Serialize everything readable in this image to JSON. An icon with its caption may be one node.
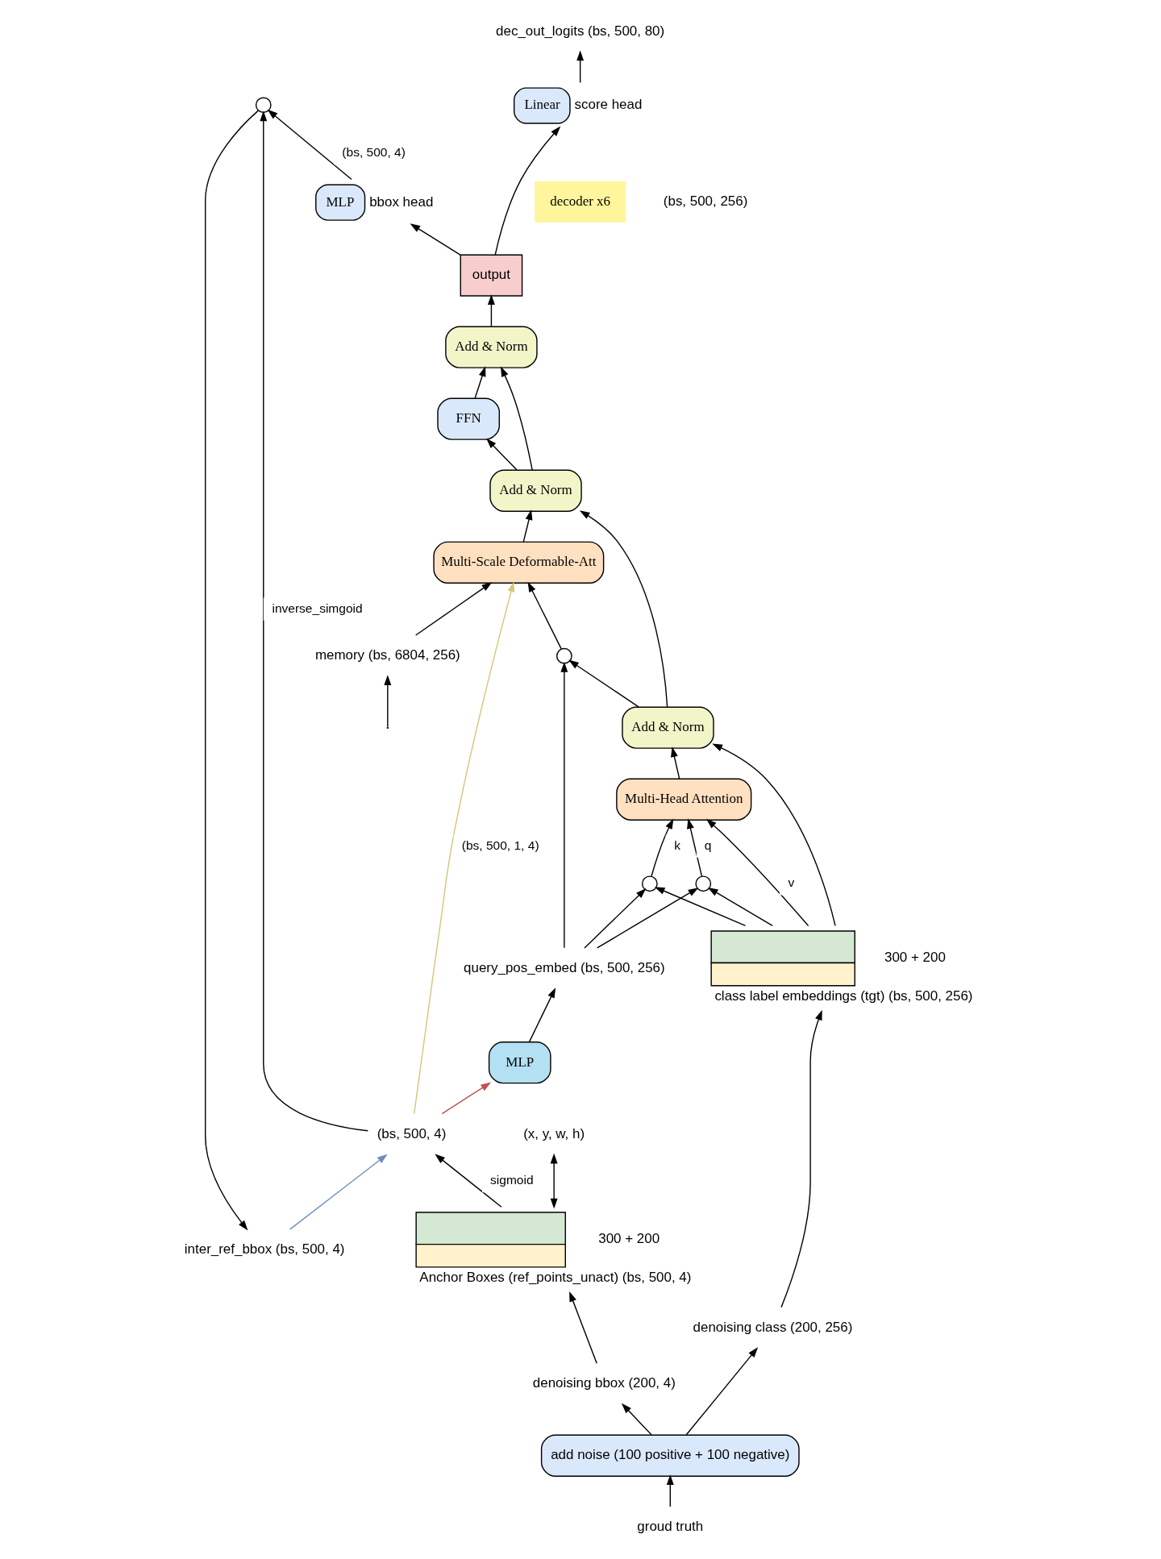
{
  "diagram": {
    "nodes": [
      {
        "text": [
          "dec_out_logits (bs, 500, 80)"
        ]
      },
      {
        "text": [
          "inter_ref_bbox (bs, 500, 4)"
        ]
      },
      {
        "text": [
          "Linear"
        ],
        "beside": [
          "score head"
        ]
      },
      {
        "text": [
          "MLP"
        ],
        "beside": [
          "bbox head"
        ]
      },
      {
        "text": [],
        "shape": "circle"
      },
      {
        "text": [
          "output"
        ]
      },
      {
        "text": [
          "Add & Norm"
        ]
      },
      {
        "text": [
          "FFN"
        ]
      },
      {
        "text": [
          "Add & Norm"
        ]
      },
      {
        "text": [
          "Multi-Scale Deformable-Att"
        ]
      },
      {
        "text": [],
        "shape": "circle"
      },
      {
        "text": [
          "memory (bs, 6804, 256)"
        ]
      },
      {
        "text": [
          "Add & Norm"
        ]
      },
      {
        "text": [
          "Multi-Head Attention"
        ]
      },
      {
        "text": [],
        "shape": "circle"
      },
      {
        "text": [],
        "shape": "circle"
      },
      {
        "text": [
          "query_pos_embed (bs, 500, 256)"
        ]
      },
      {
        "text": [
          "MLP"
        ]
      },
      {
        "text": [
          "class label embeddings (tgt) (bs, 500, 256)"
        ],
        "beside": [
          "300 + 200"
        ]
      },
      {
        "text": [
          "Anchor Boxes (ref_points_unact) (bs, 500, 4)"
        ],
        "beside": [
          "300 + 200"
        ]
      },
      {
        "text": [
          "(bs, 500, 4)"
        ]
      },
      {
        "text": [
          "(x, y, w, h)"
        ]
      },
      {
        "text": [
          "denoising class (200, 256)"
        ]
      },
      {
        "text": [
          "denoising bbox (200, 4)"
        ]
      },
      {
        "text": [
          "add noise (100 positive + 100 negative)"
        ]
      },
      {
        "text": [
          "groud truth"
        ]
      }
    ],
    "edges": [
      {
        "from": 2,
        "to": 0,
        "arrow": "to"
      },
      {
        "from": 4,
        "to": 1,
        "arrow": "to"
      },
      {
        "from": 3,
        "to": 4,
        "arrow": "to",
        "label": "(bs, 500, 4)"
      },
      {
        "from": 20,
        "to": 4,
        "arrow": "to",
        "label": "inverse_simgoid"
      },
      {
        "from": 5,
        "to": 2,
        "arrow": "to"
      },
      {
        "from": 5,
        "to": 3,
        "arrow": "to"
      },
      {
        "from": 6,
        "to": 5,
        "arrow": "to"
      },
      {
        "from": 7,
        "to": 6,
        "arrow": "to"
      },
      {
        "from": 8,
        "to": 7,
        "arrow": "to"
      },
      {
        "from": 8,
        "to": 6,
        "arrow": "to"
      },
      {
        "from": 9,
        "to": 8,
        "arrow": "to"
      },
      {
        "from": 10,
        "to": 9,
        "arrow": "to"
      },
      {
        "from": 11,
        "to": 9,
        "arrow": "to"
      },
      {
        "from": 12,
        "to": 10,
        "arrow": "to"
      },
      {
        "from": 12,
        "to": 8,
        "arrow": "to"
      },
      {
        "from": 16,
        "to": 10,
        "arrow": "to"
      },
      {
        "from": 20,
        "to": 9,
        "arrow": "to",
        "label": "(bs, 500, 1, 4)",
        "color": "#d6c77a"
      },
      {
        "from": 13,
        "to": 12,
        "arrow": "to"
      },
      {
        "from": 18,
        "to": 14,
        "arrow": "to"
      },
      {
        "from": 14,
        "to": 13,
        "arrow": "to",
        "label": "q"
      },
      {
        "from": 18,
        "to": 15,
        "arrow": "to"
      },
      {
        "from": 15,
        "to": 13,
        "arrow": "to",
        "label": "k"
      },
      {
        "from": 18,
        "to": 13,
        "arrow": "to",
        "label": "v"
      },
      {
        "from": 18,
        "to": 12,
        "arrow": "to"
      },
      {
        "from": 16,
        "to": 14,
        "arrow": "to"
      },
      {
        "from": 16,
        "to": 15,
        "arrow": "to"
      },
      {
        "from": 17,
        "to": 16,
        "arrow": "to"
      },
      {
        "from": 20,
        "to": 17,
        "arrow": "to",
        "color": "#c0504d"
      },
      {
        "from": 1,
        "to": 20,
        "arrow": "to",
        "color": "#6c8ebf"
      },
      {
        "from": 19,
        "to": 20,
        "arrow": "to",
        "label": "sigmoid"
      },
      {
        "from": 19,
        "to": 21,
        "arrow": "both"
      },
      {
        "from": 22,
        "to": 18,
        "arrow": "to"
      },
      {
        "from": 23,
        "to": 19,
        "arrow": "to"
      },
      {
        "from": 24,
        "to": 22,
        "arrow": "to"
      },
      {
        "from": 24,
        "to": 23,
        "arrow": "to"
      },
      {
        "from": 25,
        "to": 24,
        "arrow": "to"
      },
      {
        "from": null,
        "to": 11,
        "arrow": "to"
      }
    ],
    "labels": [
      "decoder x6",
      "(bs, 500, 256)"
    ]
  }
}
